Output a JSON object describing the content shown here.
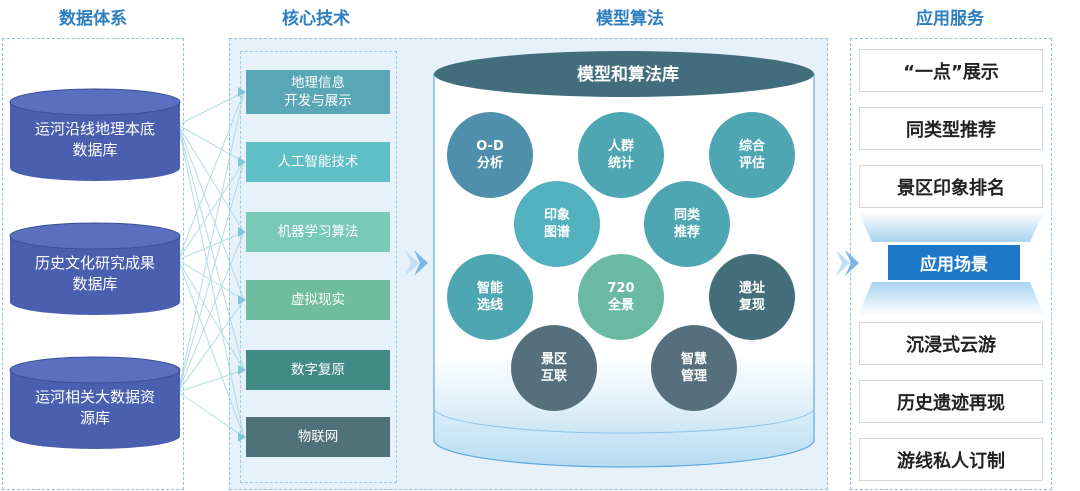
{
  "columns": {
    "data": "数据体系",
    "tech": "核心技术",
    "model": "模型算法",
    "service": "应用服务"
  },
  "databases": [
    {
      "line1": "运河沿线地理本底",
      "line2": "数据库"
    },
    {
      "line1": "历史文化研究成果",
      "line2": "数据库"
    },
    {
      "line1": "运河相关大数据资",
      "line2": "源库"
    }
  ],
  "techs": [
    {
      "line1": "地理信息",
      "line2": "开发与展示"
    },
    {
      "line1": "人工智能技术",
      "line2": ""
    },
    {
      "line1": "机器学习算法",
      "line2": ""
    },
    {
      "line1": "虚拟现实",
      "line2": ""
    },
    {
      "line1": "数字复原",
      "line2": ""
    },
    {
      "line1": "物联网",
      "line2": ""
    }
  ],
  "model_library": {
    "title": "模型和算法库",
    "algorithms": [
      {
        "line1": "O-D",
        "line2": "分析"
      },
      {
        "line1": "人群",
        "line2": "统计"
      },
      {
        "line1": "综合",
        "line2": "评估"
      },
      {
        "line1": "印象",
        "line2": "图谱"
      },
      {
        "line1": "同类",
        "line2": "推荐"
      },
      {
        "line1": "智能",
        "line2": "选线"
      },
      {
        "line1": "720",
        "line2": "全景"
      },
      {
        "line1": "遗址",
        "line2": "复现"
      },
      {
        "line1": "景区",
        "line2": "互联"
      },
      {
        "line1": "智慧",
        "line2": "管理"
      }
    ]
  },
  "services": {
    "top": [
      "“一点”展示",
      "同类型推荐",
      "景区印象排名"
    ],
    "scene": "应用场景",
    "bottom": [
      "沉浸式云游",
      "历史遗迹再现",
      "游线私人订制"
    ]
  },
  "colors": {
    "title_blue": "#2e7fbf",
    "db_blue": "#4a5fb0",
    "scene_blue": "#1e78c8"
  }
}
